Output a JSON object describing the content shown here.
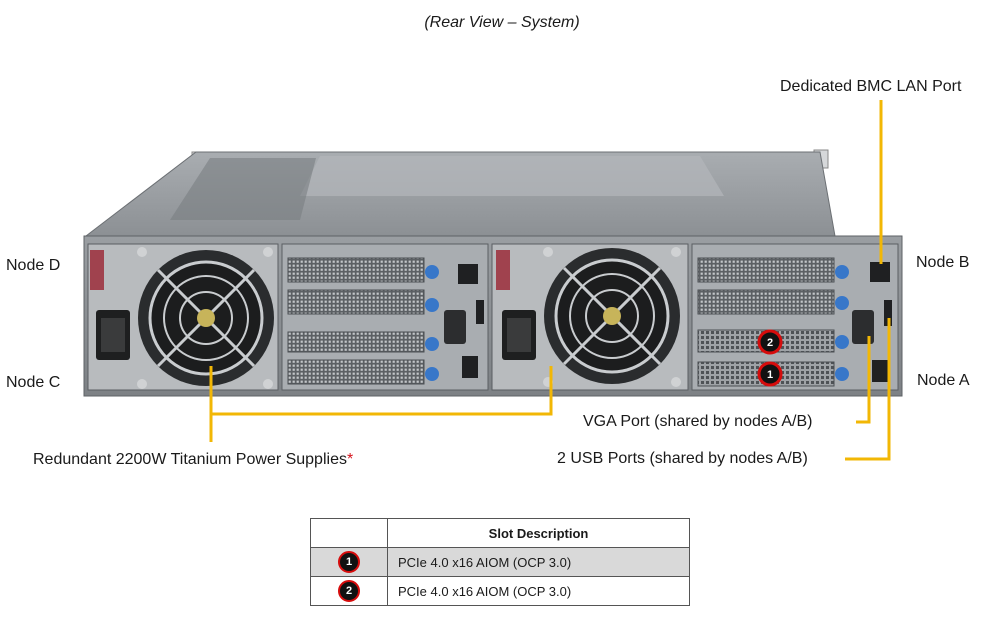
{
  "title": "(Rear View – System)",
  "labels": {
    "node_d": "Node D",
    "node_c": "Node C",
    "node_b": "Node B",
    "node_a": "Node A",
    "bmc_port": "Dedicated BMC LAN Port",
    "vga_port": "VGA Port (shared by nodes A/B)",
    "usb_ports": "2 USB Ports (shared by nodes A/B)",
    "power_supplies": "Redundant 2200W Titanium Power Supplies",
    "power_supplies_mark": "*"
  },
  "slot_badges": [
    "2",
    "1"
  ],
  "slot_table": {
    "headers": [
      "",
      "Slot Description"
    ],
    "rows": [
      {
        "num": "1",
        "description": "PCIe 4.0 x16 AIOM (OCP 3.0)"
      },
      {
        "num": "2",
        "description": "PCIe 4.0 x16 AIOM (OCP 3.0)"
      }
    ]
  },
  "colors": {
    "callout": "#f2b705",
    "badge_ring": "#d60c0c",
    "chassis": "#8e9296",
    "fan": "#2a2c2e"
  }
}
